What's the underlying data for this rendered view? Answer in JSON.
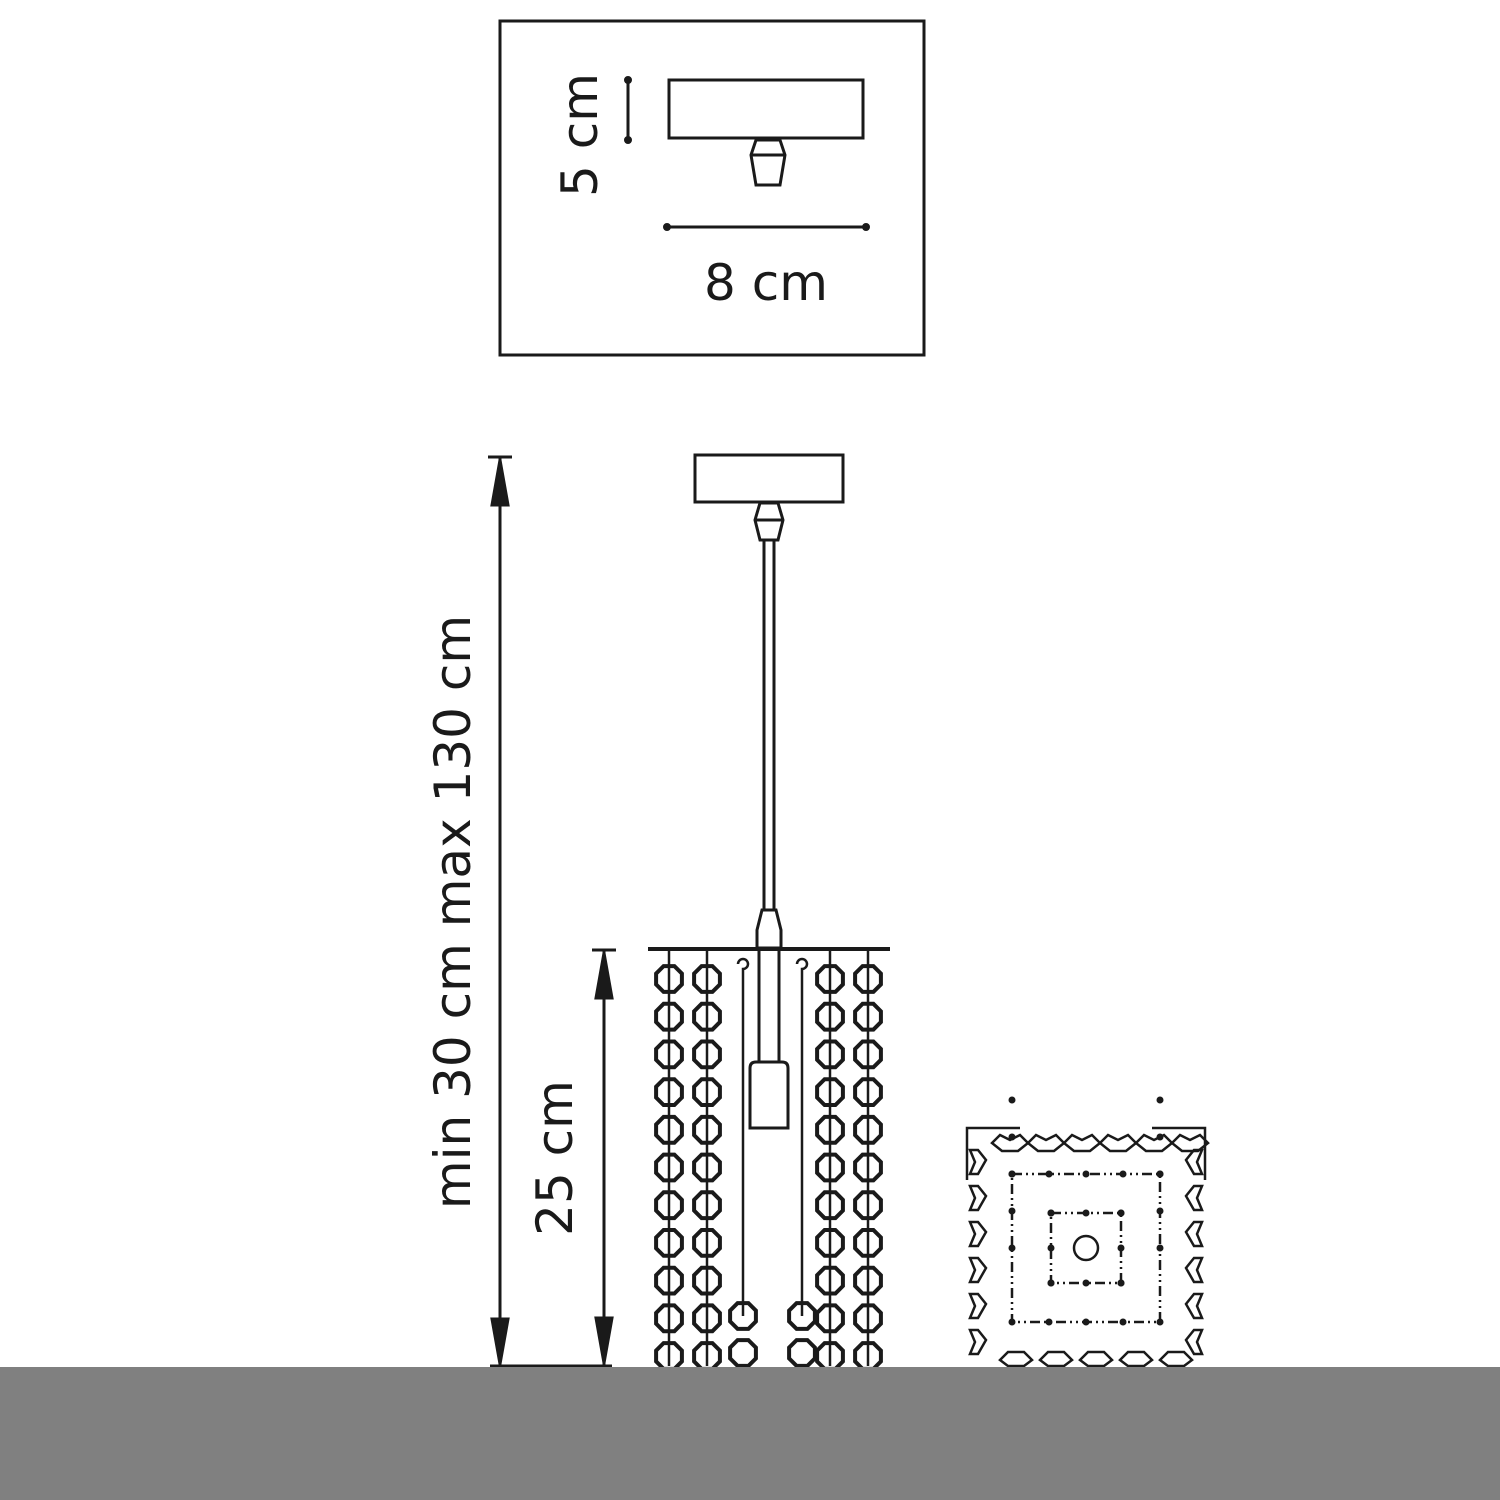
{
  "mount_detail": {
    "height_label": "5 cm",
    "width_label": "8 cm"
  },
  "side_view": {
    "total_height_label": "min 30 cm max 130 cm",
    "shade_height_label": "25 cm",
    "crystal_rows": 11
  },
  "colors": {
    "line": "#1a1a1a",
    "band": "#808080"
  }
}
